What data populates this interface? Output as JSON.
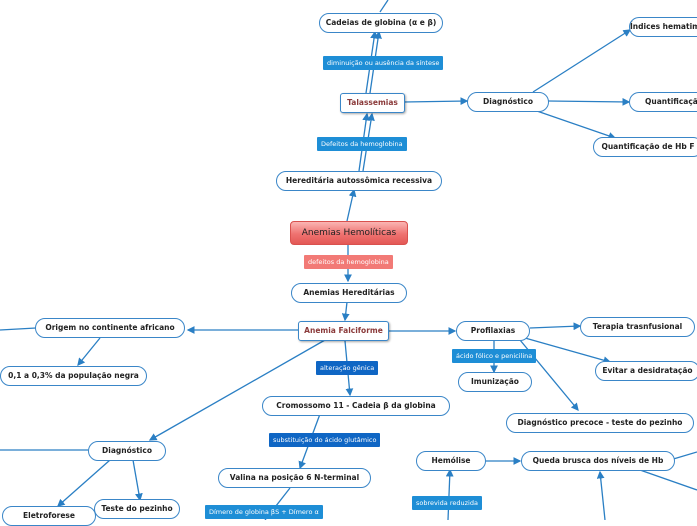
{
  "central": "Anemias Hemolíticas",
  "nodes": {
    "cadeias": "Cadeias de globina (α e β)",
    "indices": "Índices hematimétricos",
    "talassemias": "Talassemias",
    "diag_tal": "Diagnóstico",
    "quant_top": "Quantificação",
    "quant_hbf": "Quantificação de Hb F",
    "hered_rec": "Hereditária autossômica recessiva",
    "anemias_hered": "Anemias Hereditárias",
    "anemia_falc": "Anemia Falciforme",
    "origem": "Origem no continente africano",
    "pct": "0,1 a 0,3% da população negra",
    "profilaxias": "Profilaxias",
    "terapia": "Terapia trasnfusional",
    "desidratacao": "Evitar a desidratação",
    "imunizacao": "Imunização",
    "diag_precoce": "Diagnóstico precoce - teste do pezinho",
    "cromossomo": "Cromossomo 11 - Cadeia β da globina",
    "valina": "Valina na posição 6 N-terminal",
    "diag_falc": "Diagnóstico",
    "eletroforese": "Eletroforese",
    "teste_pezinho": "Teste do pezinho",
    "hemolise": "Hemólise",
    "queda": "Queda brusca dos níveis de Hb"
  },
  "labels": {
    "diminuicao": "diminuição ou ausência da síntese",
    "defeitos_tal": "Defeitos da hemoglobina",
    "defeitos": "defeitos da hemoglobina",
    "alteracao": "alteração gênica",
    "acido_folico": "ácido fólico e penicilina",
    "substituicao": "substituição do ácido glutâmico",
    "dimero": "Dímero de globina βS + Dímero α",
    "sobrevida": "sobrevida reduzida"
  }
}
